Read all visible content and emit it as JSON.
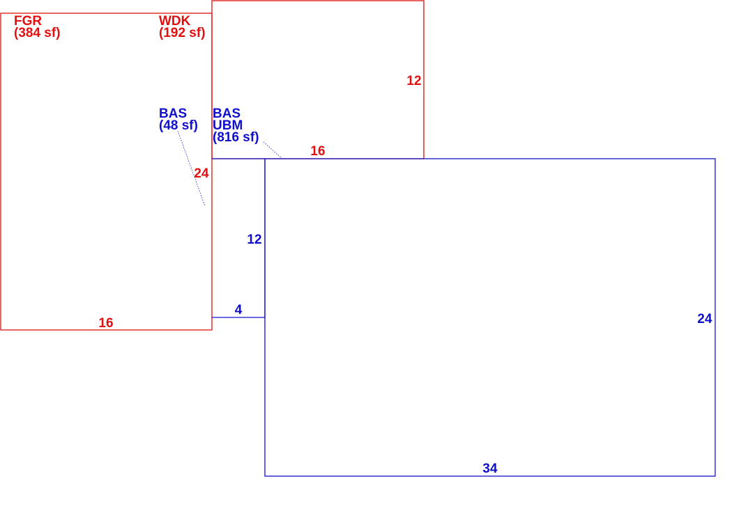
{
  "colors": {
    "red": "#e01010",
    "blue": "#1010cc"
  },
  "areas": {
    "fgr": {
      "code": "FGR",
      "area": "(384 sf)"
    },
    "wdk": {
      "code": "WDK",
      "area": "(192 sf)"
    },
    "bas_small": {
      "code": "BAS",
      "area": "(48 sf)"
    },
    "bas_ubm": {
      "code": "BAS",
      "code2": "UBM",
      "area": "(816 sf)"
    }
  },
  "dimensions": {
    "fgr_bottom": "16",
    "fgr_right": "24",
    "wdk_right": "12",
    "wdk_bottom": "16",
    "bas_small_left": "12",
    "bas_small_bottom": "4",
    "main_right": "24",
    "main_bottom": "34"
  }
}
